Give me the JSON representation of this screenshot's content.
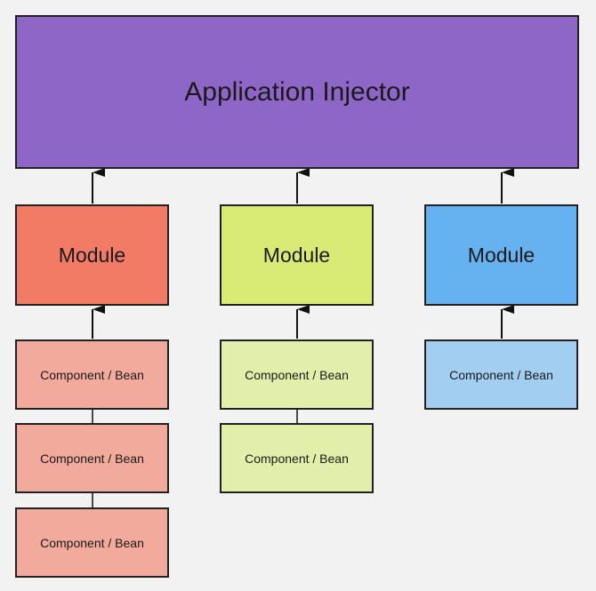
{
  "injector": {
    "label": "Application Injector"
  },
  "modules": [
    {
      "label": "Module",
      "color": "#f27b66",
      "components": [
        "Component / Bean",
        "Component / Bean",
        "Component / Bean"
      ]
    },
    {
      "label": "Module",
      "color": "#d9eb74",
      "components": [
        "Component / Bean",
        "Component / Bean"
      ]
    },
    {
      "label": "Module",
      "color": "#66b2f1",
      "components": [
        "Component / Bean"
      ]
    }
  ],
  "colors": {
    "background": "#f2f2f2",
    "injector": "#8e66c8",
    "component_red": "#f2aa9d",
    "component_green": "#e2efab",
    "component_blue": "#a2cff1",
    "border": "#222222"
  }
}
